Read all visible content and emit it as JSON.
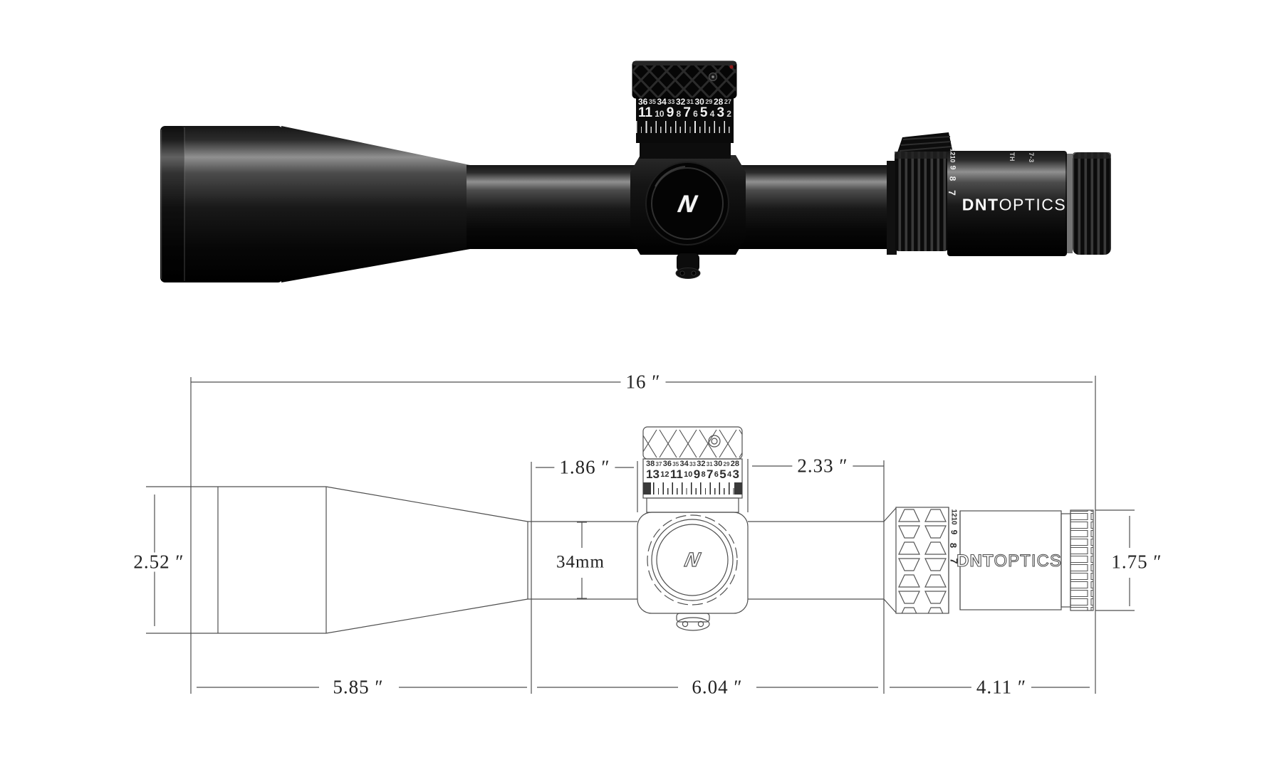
{
  "colors": {
    "background": "#ffffff",
    "line_drawing_stroke": "#4f4f4f",
    "photo_black": "#0a0a0a",
    "accent_red_dot": "#8b1a1a"
  },
  "photo": {
    "turret_scale": {
      "row_top": [
        "36",
        "35",
        "34",
        "33",
        "32",
        "31",
        "30",
        "29",
        "28",
        "27"
      ],
      "row_bottom": [
        "11",
        "10",
        "9",
        "8",
        "7",
        "6",
        "5",
        "4",
        "3",
        "2"
      ]
    },
    "magnification_numbers": [
      "12",
      "10",
      "9",
      "8",
      "7"
    ],
    "eyepiece_brand": {
      "bold": "DNT",
      "light": "OPTICS"
    },
    "turret_logo": "N",
    "eyepiece_marking_1": "TH",
    "eyepiece_marking_2": "7-3"
  },
  "diagram": {
    "dimensions": {
      "overall_length": "16 ″",
      "objective_outer_diameter": "2.52 ″",
      "front_tube_length": "1.86 ″",
      "rear_tube_length": "2.33 ″",
      "main_tube_diameter": "34mm",
      "eyepiece_outer_diameter": "1.75 ″",
      "objective_section_length": "5.85 ″",
      "middle_section_length": "6.04 ″",
      "ocular_section_length": "4.11 ″"
    },
    "turret_scale": {
      "row_top": [
        "38",
        "37",
        "36",
        "35",
        "34",
        "33",
        "32",
        "31",
        "30",
        "29",
        "28"
      ],
      "row_bottom": [
        "13",
        "12",
        "11",
        "10",
        "9",
        "8",
        "7",
        "6",
        "5",
        "4",
        "3"
      ]
    },
    "magnification_numbers": [
      "12",
      "10",
      "9",
      "8",
      "7"
    ],
    "eyepiece_brand": {
      "bold": "DNT",
      "light": "OPTICS"
    },
    "turret_logo": "N"
  }
}
